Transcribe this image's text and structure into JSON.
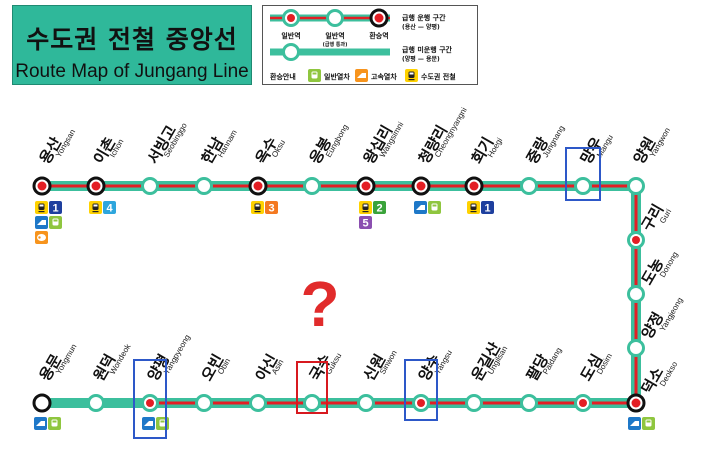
{
  "title": {
    "korean": "수도권 전철 중앙선",
    "english": "Route Map of Jungang Line"
  },
  "legend": {
    "station_types": [
      {
        "label": "일반역",
        "sub": ""
      },
      {
        "label": "일반역",
        "sub": "(급행 통과)"
      },
      {
        "label": "환승역",
        "sub": ""
      }
    ],
    "express_line": {
      "label": "급행 운행 구간",
      "sub": "(용산 — 양평)"
    },
    "local_line": {
      "label": "급행 미운행 구간",
      "sub": "(양평 — 용문)"
    },
    "transfer_guide": "환승안내",
    "transfer_types": [
      {
        "label": "일반열차",
        "icon": "train-icon",
        "color": "#8fc63f"
      },
      {
        "label": "고속열차",
        "icon": "ktx-icon",
        "color": "#f7941d"
      },
      {
        "label": "수도권 전철",
        "icon": "subway-icon",
        "color": "#ffd200"
      }
    ]
  },
  "colors": {
    "line_green": "#3cbf9d",
    "express_red": "#e31e24",
    "title_bg": "#2fb89a",
    "highlight_blue": "#2d58c8",
    "highlight_red": "#d7191f",
    "question_red": "#e12b2b"
  },
  "question_mark": "?",
  "stations_top": [
    {
      "ko": "용산",
      "en": "Yongsan",
      "type": "transfer",
      "badges": [
        {
          "kind": "subway-icon",
          "color": "#ffd200"
        },
        {
          "kind": "num",
          "text": "1",
          "color": "#1e3f9e"
        },
        {
          "kind": "ktx-icon",
          "color": "#1e78c8"
        },
        {
          "kind": "train-icon",
          "color": "#8fc63f"
        },
        {
          "kind": "bus-icon",
          "color": "#f7941d"
        }
      ]
    },
    {
      "ko": "이촌",
      "en": "Ichon",
      "type": "transfer",
      "badges": [
        {
          "kind": "subway-icon",
          "color": "#ffd200"
        },
        {
          "kind": "num",
          "text": "4",
          "color": "#2ea6dd"
        }
      ]
    },
    {
      "ko": "서빙고",
      "en": "Seobinggo",
      "type": "normal",
      "badges": []
    },
    {
      "ko": "한남",
      "en": "Hannam",
      "type": "normal",
      "badges": []
    },
    {
      "ko": "옥수",
      "en": "Oksu",
      "type": "transfer",
      "badges": [
        {
          "kind": "subway-icon",
          "color": "#ffd200"
        },
        {
          "kind": "num",
          "text": "3",
          "color": "#f47920"
        }
      ]
    },
    {
      "ko": "응봉",
      "en": "Eungbong",
      "type": "normal",
      "badges": []
    },
    {
      "ko": "왕십리",
      "en": "Wangsimni",
      "type": "transfer",
      "badges": [
        {
          "kind": "subway-icon",
          "color": "#ffd200"
        },
        {
          "kind": "num",
          "text": "2",
          "color": "#3aa33a"
        },
        {
          "kind": "num",
          "text": "5",
          "color": "#8b4fb0"
        }
      ]
    },
    {
      "ko": "청량리",
      "en": "Cheongnyangni",
      "type": "transfer",
      "badges": [
        {
          "kind": "ktx-icon",
          "color": "#1e78c8"
        },
        {
          "kind": "train-icon",
          "color": "#8fc63f"
        }
      ]
    },
    {
      "ko": "회기",
      "en": "Hoegi",
      "type": "transfer",
      "badges": [
        {
          "kind": "subway-icon",
          "color": "#ffd200"
        },
        {
          "kind": "num",
          "text": "1",
          "color": "#1e3f9e"
        }
      ]
    },
    {
      "ko": "중랑",
      "en": "Jungnang",
      "type": "normal",
      "badges": []
    },
    {
      "ko": "망우",
      "en": "Mangu",
      "type": "normal",
      "badges": [],
      "highlight": "blue"
    },
    {
      "ko": "양원",
      "en": "Yangwon",
      "type": "normal",
      "badges": []
    }
  ],
  "stations_right": [
    {
      "ko": "구리",
      "en": "Guri",
      "type": "express"
    },
    {
      "ko": "도농",
      "en": "Donong",
      "type": "normal"
    },
    {
      "ko": "양정",
      "en": "Yangjeong",
      "type": "normal"
    },
    {
      "ko": "덕소",
      "en": "Deokso",
      "type": "transfer",
      "badges": [
        {
          "kind": "ktx-icon",
          "color": "#1e78c8"
        },
        {
          "kind": "train-icon",
          "color": "#8fc63f"
        }
      ]
    }
  ],
  "stations_bottom": [
    {
      "ko": "용문",
      "en": "Yongmun",
      "type": "terminal",
      "badges": [
        {
          "kind": "ktx-icon",
          "color": "#1e78c8"
        },
        {
          "kind": "train-icon",
          "color": "#8fc63f"
        }
      ]
    },
    {
      "ko": "원덕",
      "en": "Wondeok",
      "type": "normal",
      "badges": []
    },
    {
      "ko": "양평",
      "en": "Yangpyeong",
      "type": "express",
      "highlight": "blue",
      "badges": [
        {
          "kind": "ktx-icon",
          "color": "#1e78c8"
        },
        {
          "kind": "train-icon",
          "color": "#8fc63f"
        }
      ]
    },
    {
      "ko": "오빈",
      "en": "Obin",
      "type": "normal",
      "badges": []
    },
    {
      "ko": "아신",
      "en": "Asin",
      "type": "normal",
      "badges": []
    },
    {
      "ko": "국수",
      "en": "Guksu",
      "type": "normal",
      "badges": [],
      "highlight": "red"
    },
    {
      "ko": "신원",
      "en": "Sinwon",
      "type": "normal",
      "badges": []
    },
    {
      "ko": "양수",
      "en": "Yangsu",
      "type": "express",
      "badges": [],
      "highlight": "blue"
    },
    {
      "ko": "운길산",
      "en": "Ungilsan",
      "type": "normal",
      "badges": []
    },
    {
      "ko": "팔당",
      "en": "Paldang",
      "type": "normal",
      "badges": []
    },
    {
      "ko": "도심",
      "en": "Dosim",
      "type": "express",
      "badges": []
    }
  ]
}
